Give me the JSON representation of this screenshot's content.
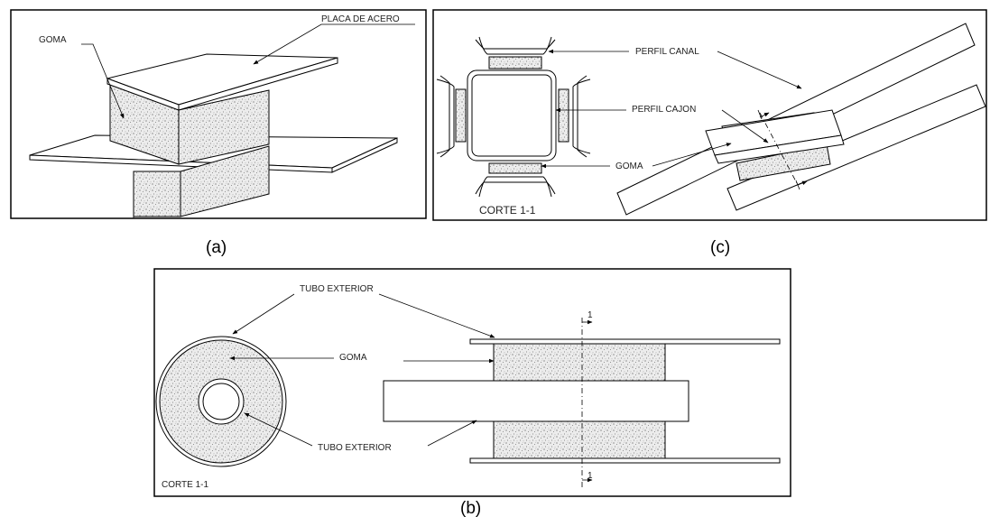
{
  "panel_a": {
    "caption": "(a)",
    "label_goma": "GOMA",
    "label_placa": "PLACA DE ACERO"
  },
  "panel_c": {
    "caption": "(c)",
    "label_perfil_canal": "PERFIL CANAL",
    "label_perfil_cajon": "PERFIL CAJON",
    "label_goma": "GOMA",
    "label_corte": "CORTE 1-1"
  },
  "panel_b": {
    "caption": "(b)",
    "label_tubo_exterior_top": "TUBO EXTERIOR",
    "label_goma": "GOMA",
    "label_tubo_exterior_bottom": "TUBO EXTERIOR",
    "label_corte": "CORTE 1-1",
    "section_mark_top": "1",
    "section_mark_bottom": "1"
  }
}
